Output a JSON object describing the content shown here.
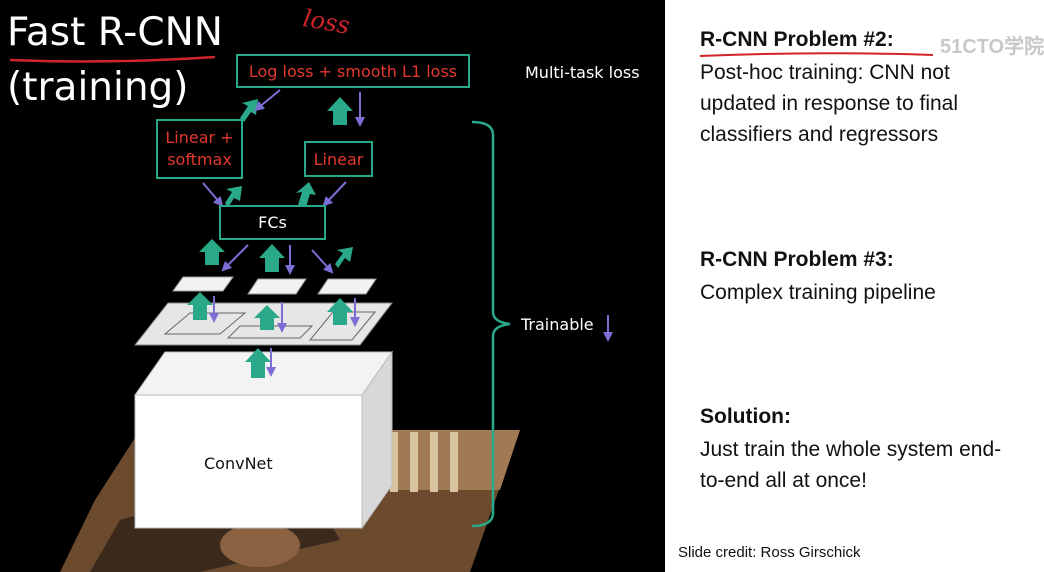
{
  "slide": {
    "title_line1": "Fast R-CNN",
    "title_line2": "(training)",
    "handwritten_note": "loss",
    "loss_box": "Log loss + smooth L1 loss",
    "multitask_label": "Multi-task loss",
    "linear_softmax_line1": "Linear +",
    "linear_softmax_line2": "softmax",
    "linear_label": "Linear",
    "fcs_label": "FCs",
    "convnet_label": "ConvNet",
    "trainable_label": "Trainable",
    "colors": {
      "box_border": "#2aa88a",
      "box_text": "#e2392f",
      "arrow_up": "#2aa88a",
      "arrow_down": "#7b6fd6"
    }
  },
  "right": {
    "problem2_title": "R-CNN Problem #2:",
    "problem2_body": "Post-hoc training: CNN not updated in response to final classifiers and regressors",
    "problem3_title": "R-CNN Problem #3:",
    "problem3_body": "Complex training pipeline",
    "solution_title": "Solution:",
    "solution_body": "Just train the whole system end-to-end all at once!",
    "credit": "Slide credit: Ross Girschick",
    "watermark": "51CTO学院"
  }
}
